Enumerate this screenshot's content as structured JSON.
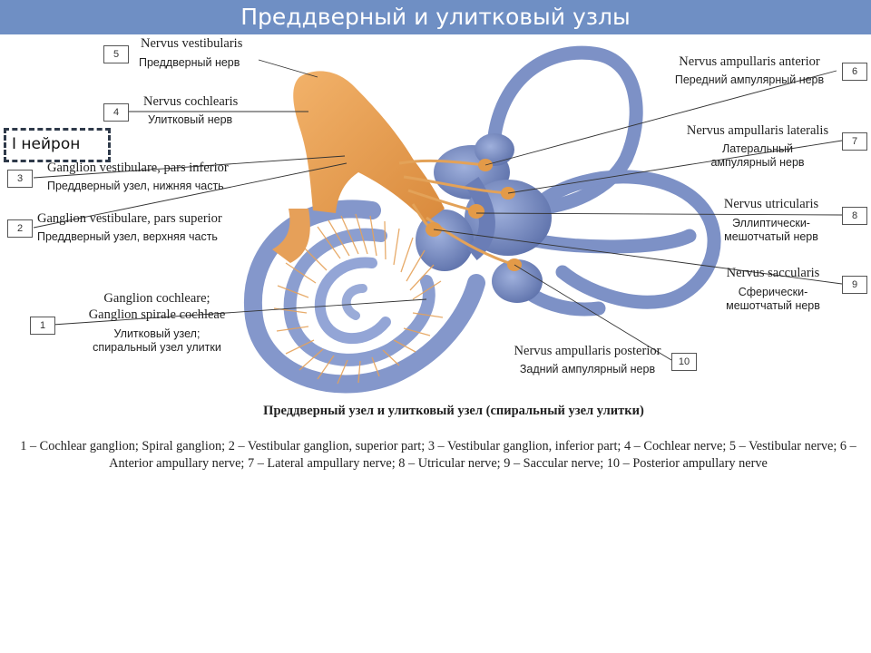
{
  "title": "Преддверный и улитковый узлы",
  "highlight_label": "I нейрон",
  "labels": {
    "l1": {
      "num": "1",
      "lat_a": "Ganglion cochleare;",
      "lat_b": "Ganglion spirale cochleae",
      "rus_a": "Улитковый узел;",
      "rus_b": "спиральный узел улитки"
    },
    "l2": {
      "num": "2",
      "lat": "Ganglion vestibulare, pars superior",
      "rus": "Преддверный узел, верхняя часть"
    },
    "l3": {
      "num": "3",
      "lat": "Ganglion vestibulare, pars inferior",
      "rus": "Преддверный узел, нижняя часть"
    },
    "l4": {
      "num": "4",
      "lat": "Nervus cochlearis",
      "rus": "Улитковый нерв"
    },
    "l5": {
      "num": "5",
      "lat": "Nervus vestibularis",
      "rus": "Преддверный нерв"
    },
    "l6": {
      "num": "6",
      "lat": "Nervus ampullaris anterior",
      "rus": "Передний ампулярный нерв"
    },
    "l7": {
      "num": "7",
      "lat": "Nervus ampullaris lateralis",
      "rus_a": "Латеральный",
      "rus_b": "ампулярный нерв"
    },
    "l8": {
      "num": "8",
      "lat": "Nervus utricularis",
      "rus_a": "Эллиптически-",
      "rus_b": "мешотчатый нерв"
    },
    "l9": {
      "num": "9",
      "lat": "Nervus saccularis",
      "rus_a": "Сферически-",
      "rus_b": "мешотчатый нерв"
    },
    "l10": {
      "num": "10",
      "lat": "Nervus ampullaris posterior",
      "rus": "Задний ампулярный нерв"
    }
  },
  "caption": "Преддверный узел и улитковый узел (спиральный узел улитки)",
  "legend_text": "1 – Cochlear ganglion; Spiral ganglion; 2 – Vestibular ganglion, superior part; 3 – Vestibular ganglion, inferior part; 4 – Cochlear nerve; 5 – Vestibular nerve; 6 – Anterior ampullary nerve; 7 – Lateral ampullary nerve; 8 – Utricular nerve; 9 – Saccular nerve; 10 – Posterior ampullary nerve",
  "colors": {
    "title_bar": "#6f8fc4",
    "labyrinth": "#7f93c6",
    "nerve": "#e9a259",
    "ganglion": "#e39a48"
  }
}
